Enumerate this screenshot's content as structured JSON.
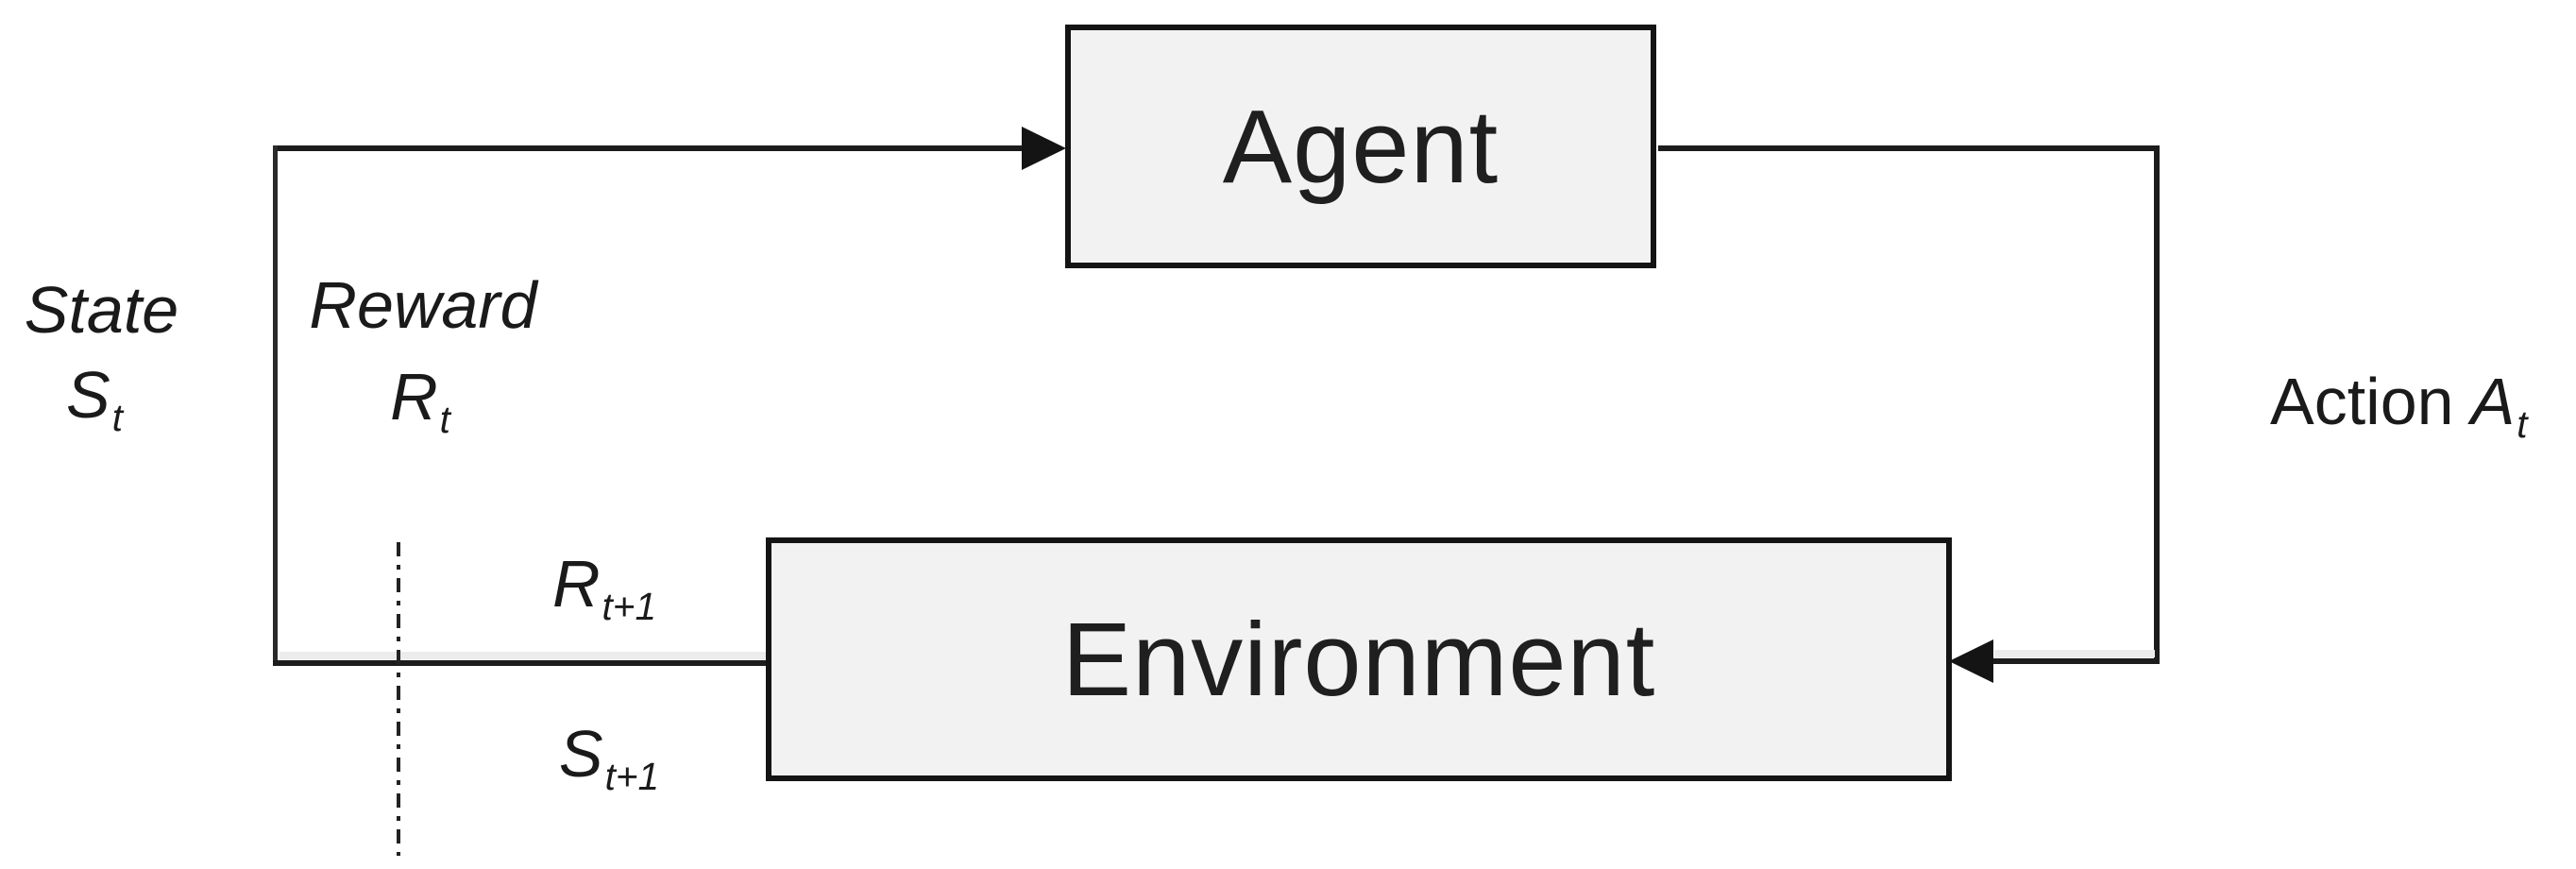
{
  "diagram": {
    "title": "agent-environment-interaction-loop",
    "nodes": {
      "agent": {
        "label": "Agent"
      },
      "environment": {
        "label": "Environment"
      }
    },
    "labels": {
      "state": {
        "word": "State",
        "symbol": "S",
        "subscript": "t"
      },
      "reward": {
        "word": "Reward",
        "symbol": "R",
        "subscript": "t"
      },
      "next_reward": {
        "symbol": "R",
        "subscript": "t+1"
      },
      "next_state": {
        "symbol": "S",
        "subscript": "t+1"
      },
      "action": {
        "word": "Action",
        "symbol": "A",
        "subscript": "t"
      }
    },
    "colors": {
      "background": "#ffffff",
      "node_fill": "#f2f2f2",
      "node_border": "#141414",
      "connector": "#1c1c1c",
      "text": "#1a1a1a"
    }
  }
}
